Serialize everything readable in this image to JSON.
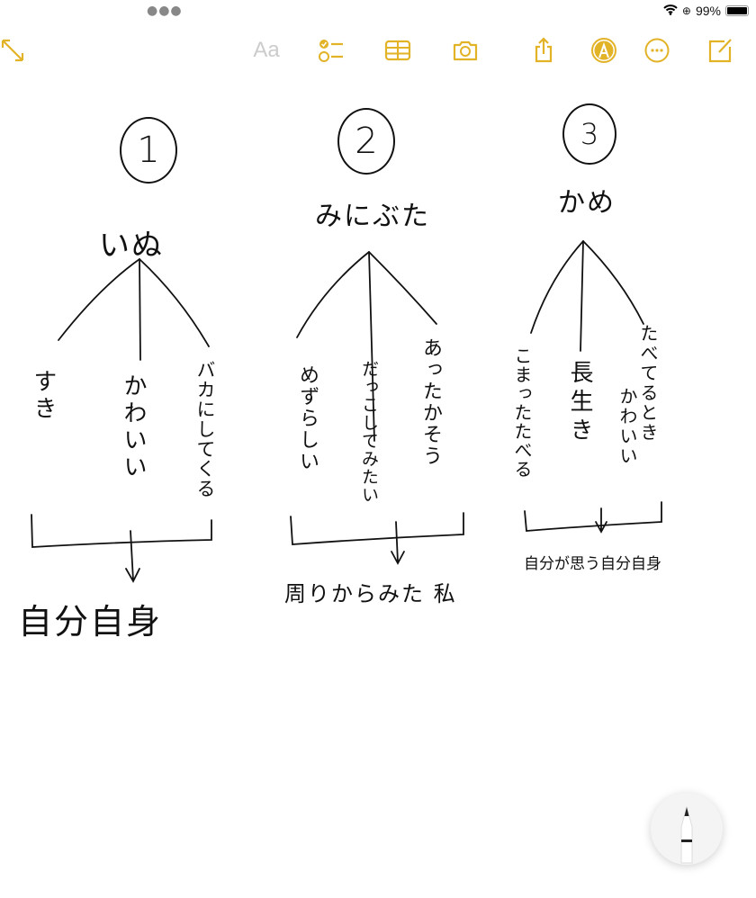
{
  "status_bar": {
    "battery": "99%",
    "icons": [
      "wifi-icon",
      "orientation-lock-icon",
      "battery-icon"
    ]
  },
  "toolbar": {
    "format_label": "Aa",
    "accent_color": "#E2B227"
  },
  "note": {
    "columns": [
      {
        "number": "1",
        "title": "いぬ",
        "items": [
          "すき",
          "かわいい",
          "バカにしてくる"
        ],
        "summary": "自分自身"
      },
      {
        "number": "2",
        "title": "みにぶた",
        "items": [
          "めずらしい",
          "だっこしてみたい",
          "あったかそう"
        ],
        "summary": "周りからみた 私"
      },
      {
        "number": "3",
        "title": "かめ",
        "items": [
          "こまったたべる",
          "長生き",
          "かわいい",
          "たべてるとき"
        ],
        "summary": "自分が思う自分自身"
      }
    ]
  }
}
